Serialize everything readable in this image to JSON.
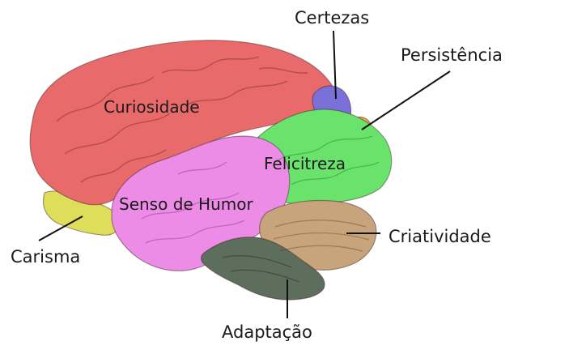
{
  "regions": {
    "curiosidade": {
      "label": "Curiosidade",
      "color": "#e86a6a"
    },
    "senso_humor": {
      "label": "Senso de Humor",
      "color": "#ec8ce6"
    },
    "felicitreza": {
      "label": "Felicitreza",
      "color": "#69e36c"
    },
    "certezas": {
      "label": "Certezas",
      "color": "#7b6fd8"
    },
    "persistencia": {
      "label": "Persistência",
      "color": "#e6a64a"
    },
    "criatividade": {
      "label": "Criatividade",
      "color": "#c7a47c"
    },
    "adaptacao": {
      "label": "Adaptação",
      "color": "#5d6e5d"
    },
    "carisma": {
      "label": "Carisma",
      "color": "#dede5a"
    }
  }
}
